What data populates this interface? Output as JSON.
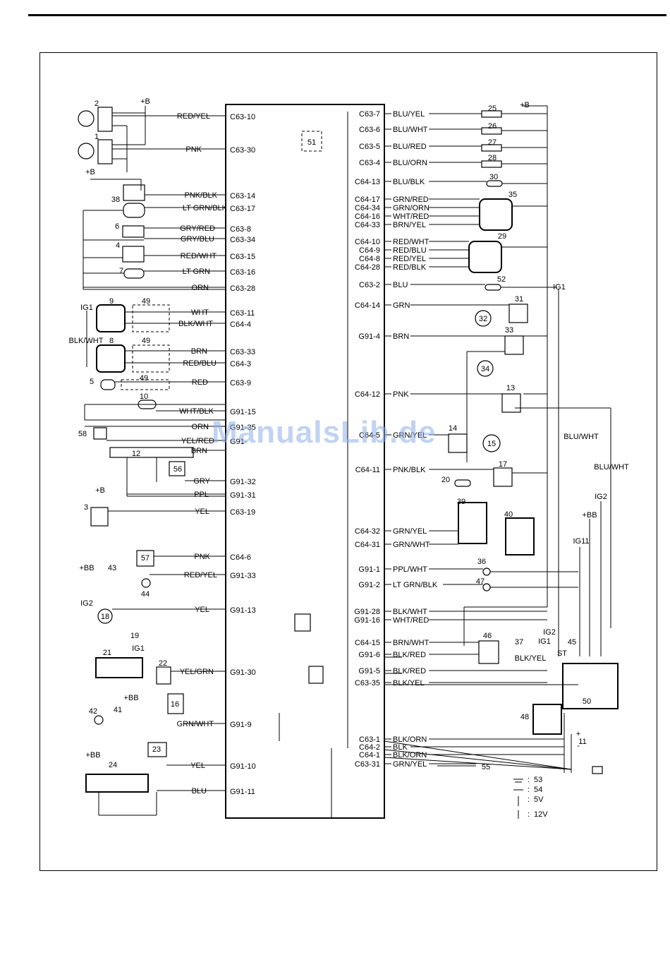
{
  "watermark": "ManualsLib.de",
  "left_pins": [
    {
      "pin": "C63-10",
      "wire": "RED/YEL"
    },
    {
      "pin": "C63-30",
      "wire": "PNK"
    },
    {
      "pin": "C63-14",
      "wire": "PNK/BLK"
    },
    {
      "pin": "C63-17",
      "wire": "LT GRN/BLK"
    },
    {
      "pin": "C63-8",
      "wire": "GRY/RED"
    },
    {
      "pin": "C63-34",
      "wire": "GRY/BLU"
    },
    {
      "pin": "C63-15",
      "wire": "RED/WHT"
    },
    {
      "pin": "C63-16",
      "wire": "LT GRN"
    },
    {
      "pin": "C63-28",
      "wire": "ORN"
    },
    {
      "pin": "C63-11",
      "wire": "WHT"
    },
    {
      "pin": "C64-4",
      "wire": "BLK/WHT"
    },
    {
      "pin": "C63-33",
      "wire": "BRN"
    },
    {
      "pin": "C64-3",
      "wire": "RED/BLU"
    },
    {
      "pin": "C63-9",
      "wire": "RED"
    },
    {
      "pin": "G91-15",
      "wire": "WHT/BLK"
    },
    {
      "pin": "G91-35",
      "wire": "ORN"
    },
    {
      "pin": "G91-",
      "wire": "YEL/RED"
    },
    {
      "pin": "",
      "wire": "BRN"
    },
    {
      "pin": "G91-32",
      "wire": "GRY"
    },
    {
      "pin": "G91-31",
      "wire": "PPL"
    },
    {
      "pin": "C63-19",
      "wire": "YEL"
    },
    {
      "pin": "C64-6",
      "wire": "PNK"
    },
    {
      "pin": "G91-33",
      "wire": "RED/YEL"
    },
    {
      "pin": "G91-13",
      "wire": "YEL"
    },
    {
      "pin": "G91-30",
      "wire": "YEL/GRN"
    },
    {
      "pin": "G91-9",
      "wire": "GRN/WHT"
    },
    {
      "pin": "G91-10",
      "wire": "YEL"
    },
    {
      "pin": "G91-11",
      "wire": "BLU"
    }
  ],
  "right_pins": [
    {
      "pin": "C63-7",
      "wire": "BLU/YEL"
    },
    {
      "pin": "C63-6",
      "wire": "BLU/WHT"
    },
    {
      "pin": "C63-5",
      "wire": "BLU/RED"
    },
    {
      "pin": "C63-4",
      "wire": "BLU/ORN"
    },
    {
      "pin": "C64-13",
      "wire": "BLU/BLK"
    },
    {
      "pin": "C64-17",
      "wire": "GRN/RED"
    },
    {
      "pin": "C64-34",
      "wire": "GRN/ORN"
    },
    {
      "pin": "C64-16",
      "wire": "WHT/RED"
    },
    {
      "pin": "C64-33",
      "wire": "BRN/YEL"
    },
    {
      "pin": "C64-10",
      "wire": "RED/WHT"
    },
    {
      "pin": "C64-9",
      "wire": "RED/BLU"
    },
    {
      "pin": "C64-8",
      "wire": "RED/YEL"
    },
    {
      "pin": "C64-28",
      "wire": "RED/BLK"
    },
    {
      "pin": "C63-2",
      "wire": "BLU"
    },
    {
      "pin": "C64-14",
      "wire": "GRN"
    },
    {
      "pin": "G91-4",
      "wire": "BRN"
    },
    {
      "pin": "C64-12",
      "wire": "PNK"
    },
    {
      "pin": "C64-5",
      "wire": "GRN/YEL"
    },
    {
      "pin": "C64-11",
      "wire": "PNK/BLK"
    },
    {
      "pin": "C64-32",
      "wire": "GRN/YEL"
    },
    {
      "pin": "C64-31",
      "wire": "GRN/WHT"
    },
    {
      "pin": "G91-1",
      "wire": "PPL/WHT"
    },
    {
      "pin": "G91-2",
      "wire": "LT GRN/BLK"
    },
    {
      "pin": "G91-28",
      "wire": "BLK/WHT"
    },
    {
      "pin": "G91-16",
      "wire": "WHT/RED"
    },
    {
      "pin": "C64-15",
      "wire": "BRN/WHT"
    },
    {
      "pin": "G91-6",
      "wire": "BLK/RED"
    },
    {
      "pin": "G91-5",
      "wire": "BLK/RED"
    },
    {
      "pin": "C63-35",
      "wire": "BLK/YEL"
    },
    {
      "pin": "C63-1",
      "wire": "BLK/ORN"
    },
    {
      "pin": "C64-2",
      "wire": "BLK"
    },
    {
      "pin": "C64-1",
      "wire": "BLK/ORN"
    },
    {
      "pin": "C63-31",
      "wire": "GRN/YEL"
    }
  ],
  "component_numbers": [
    "1",
    "2",
    "3",
    "4",
    "5",
    "6",
    "7",
    "8",
    "9",
    "10",
    "11",
    "12",
    "13",
    "14",
    "15",
    "16",
    "17",
    "18",
    "19",
    "20",
    "21",
    "22",
    "23",
    "24",
    "25",
    "26",
    "27",
    "28",
    "29",
    "30",
    "31",
    "32",
    "33",
    "34",
    "35",
    "36",
    "37",
    "38",
    "39",
    "40",
    "41",
    "42",
    "43",
    "44",
    "45",
    "46",
    "47",
    "48",
    "49",
    "49",
    "49",
    "50",
    "51",
    "52",
    "55",
    "56",
    "57",
    "58"
  ],
  "supply_labels": {
    "plus_b": "+B",
    "plus_bb": "+BB",
    "ig1": "IG1",
    "ig2": "IG2",
    "ig11": "IG11",
    "st": "ST",
    "blk_wht": "BLK/WHT",
    "blu_wht": "BLU/WHT",
    "blk_yel": "BLK/YEL",
    "plus": "+",
    "minus": "-"
  },
  "legend": [
    {
      "num": "53",
      "sep": ":"
    },
    {
      "num": "54",
      "sep": ":"
    },
    {
      "num": "5V",
      "sep": ":"
    },
    {
      "num": "12V",
      "sep": ":"
    }
  ]
}
